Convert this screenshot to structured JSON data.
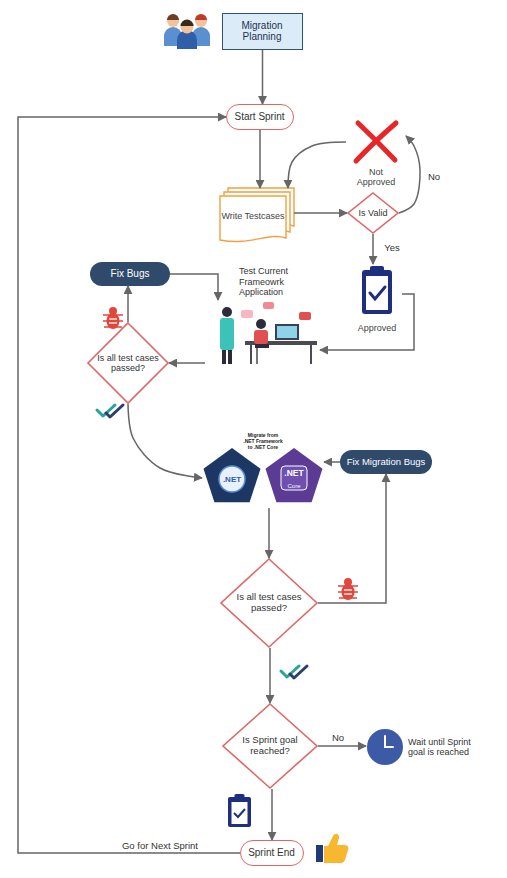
{
  "diagram": {
    "nodes": [
      {
        "text": [
          "Migration Planning"
        ]
      },
      {
        "text": [
          "Start Sprint"
        ]
      },
      {
        "text": [
          "Write Testcases"
        ]
      },
      {
        "text": [
          "Is Valid"
        ]
      },
      {
        "text": [
          "Not Approved"
        ]
      },
      {
        "text": [
          "Approved"
        ]
      },
      {
        "text": [
          "Fix Bugs"
        ]
      },
      {
        "text": [
          "Test Current Frameowrk Application"
        ]
      },
      {
        "text": [
          "Is all test cases passed?"
        ]
      },
      {
        "text": [
          "Migrate from .NET Framework to .NET Core"
        ]
      },
      {
        "text": [
          "Fix Migration Bugs"
        ]
      },
      {
        "text": [
          "Is all test cases passed?"
        ]
      },
      {
        "text": [
          "Is Sprint goal reached?"
        ]
      },
      {
        "text": [
          "Wait until Sprint goal is reached"
        ]
      },
      {
        "text": [
          "Sprint End"
        ]
      }
    ],
    "edges": [
      {
        "from": 0,
        "to": 1,
        "arrow": "to"
      },
      {
        "from": 1,
        "to": 2,
        "arrow": "to"
      },
      {
        "from": 2,
        "to": 3,
        "arrow": "to"
      },
      {
        "from": 3,
        "to": 4,
        "label": "No",
        "arrow": "to"
      },
      {
        "from": 4,
        "to": 2,
        "arrow": "to"
      },
      {
        "from": 3,
        "to": 5,
        "label": "Yes",
        "arrow": "to"
      },
      {
        "from": 5,
        "to": 7,
        "arrow": "to"
      },
      {
        "from": 6,
        "to": 7,
        "arrow": "to"
      },
      {
        "from": 7,
        "to": 8,
        "arrow": "to"
      },
      {
        "from": 8,
        "to": 6,
        "arrow": "to"
      },
      {
        "from": 8,
        "to": 9,
        "arrow": "to"
      },
      {
        "from": 9,
        "to": 11,
        "arrow": "to"
      },
      {
        "from": 11,
        "to": 10,
        "arrow": "to"
      },
      {
        "from": 10,
        "to": 9,
        "arrow": "to"
      },
      {
        "from": 11,
        "to": 12,
        "arrow": "to"
      },
      {
        "from": 12,
        "to": 13,
        "label": "No",
        "arrow": "to"
      },
      {
        "from": 12,
        "to": 14,
        "arrow": "to"
      },
      {
        "from": 14,
        "to": 1,
        "label": "Go for Next Sprint",
        "arrow": "to"
      }
    ],
    "labels": [
      ".NET",
      ".NET",
      "Core"
    ]
  }
}
